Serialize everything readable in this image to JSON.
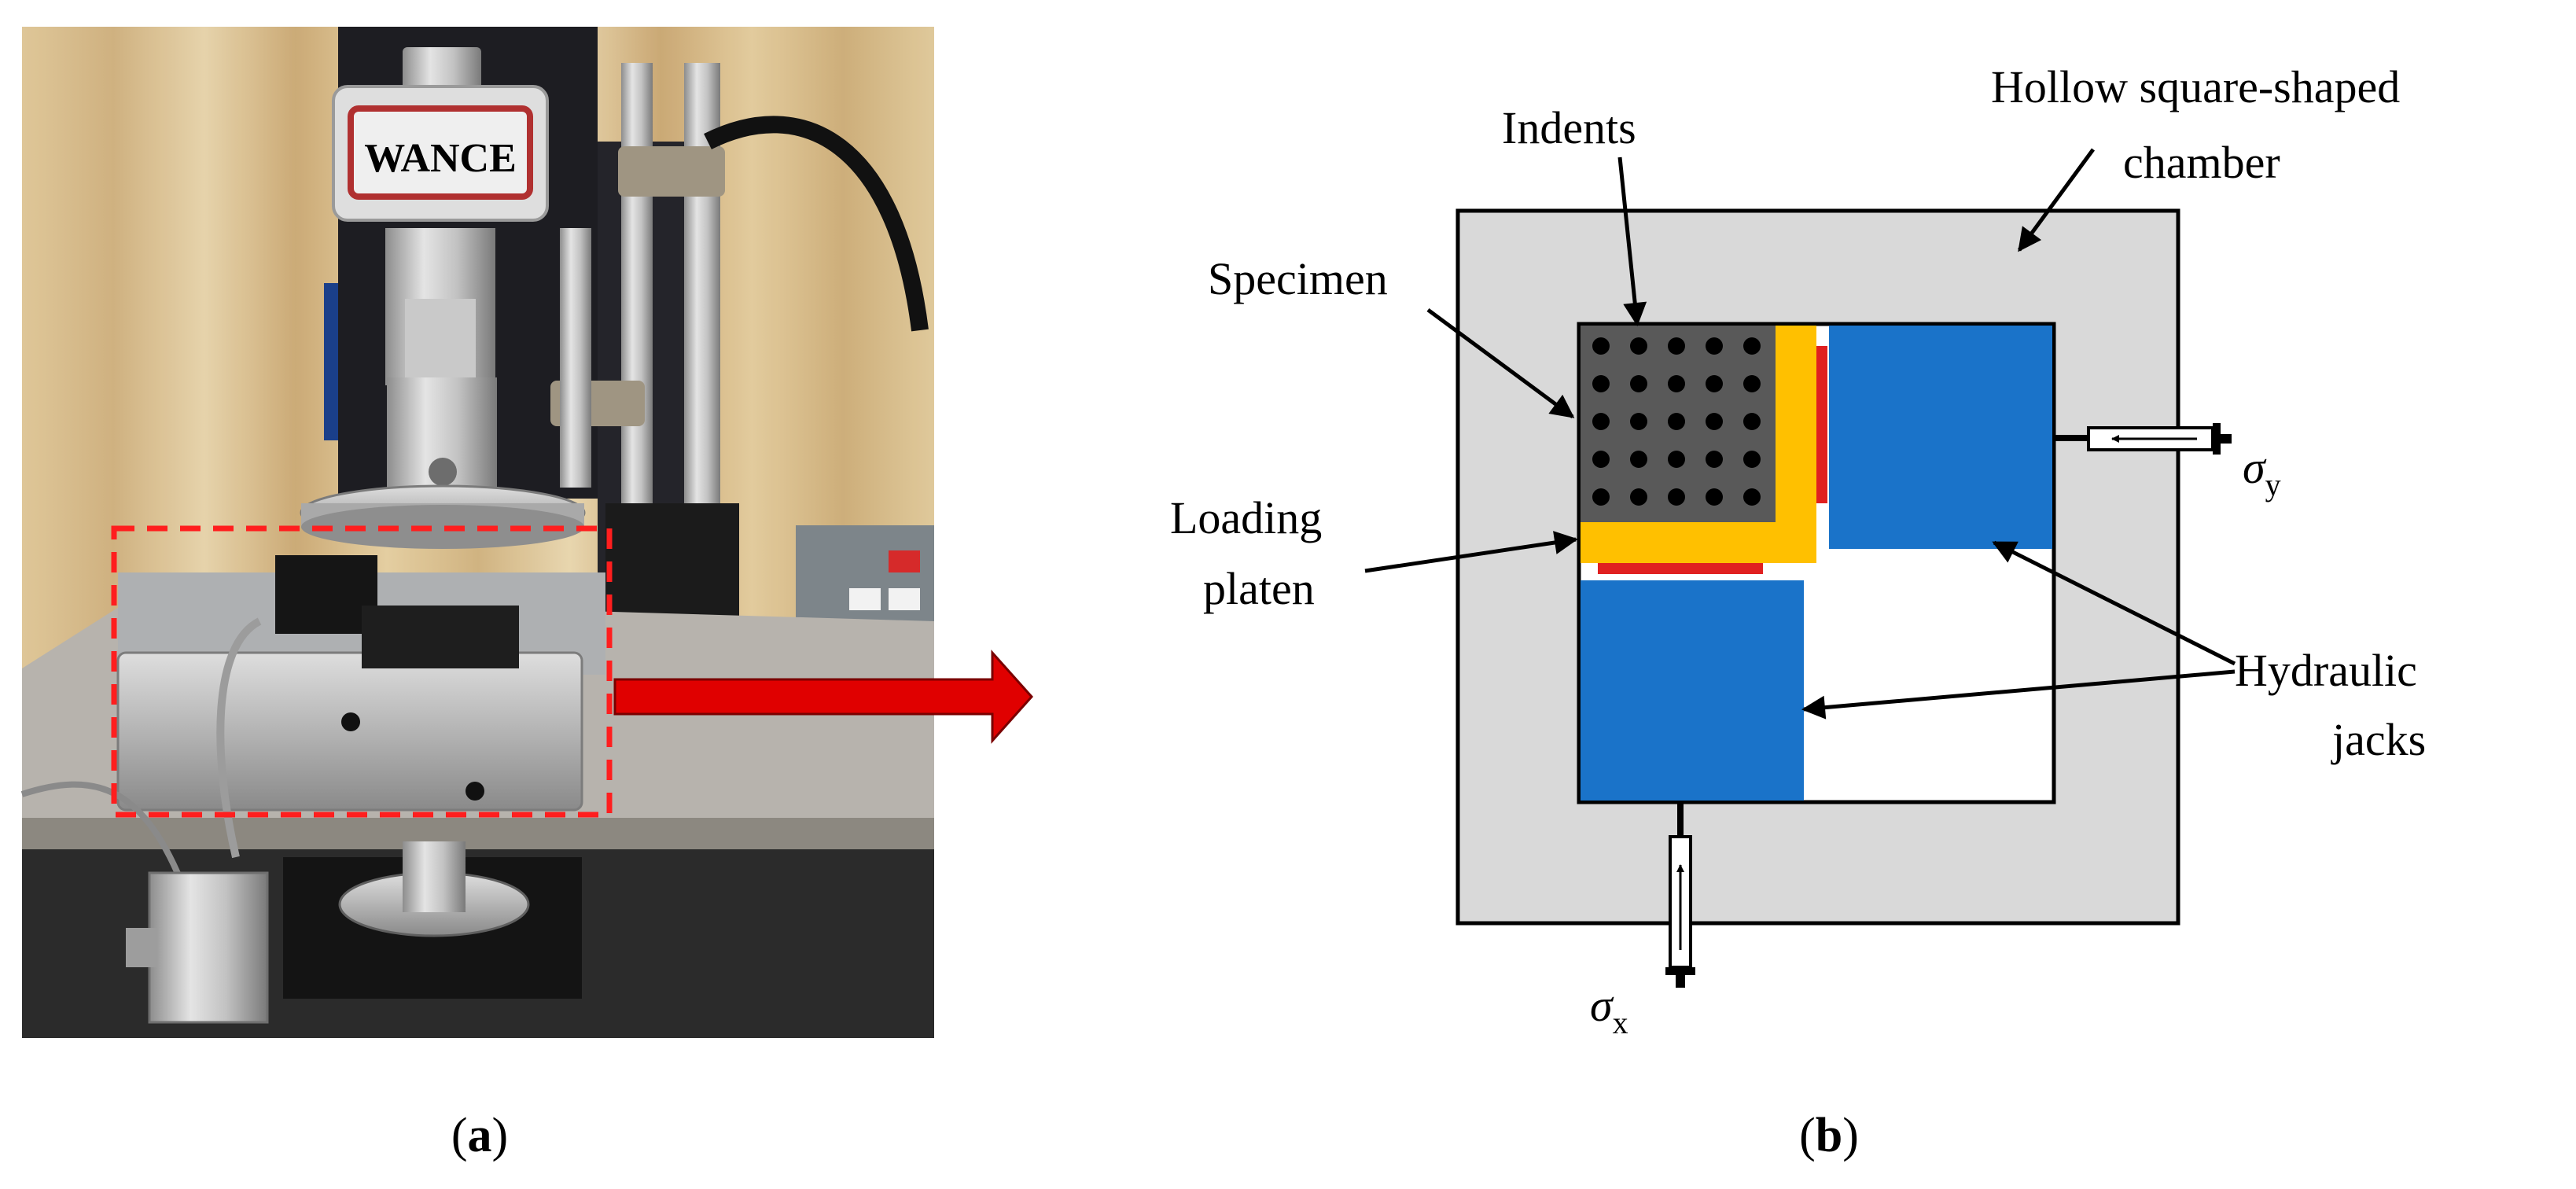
{
  "panel_a": {
    "caption_letter": "a",
    "machine_brand": "WANCE"
  },
  "panel_b": {
    "caption_letter": "b",
    "labels": {
      "indents": "Indents",
      "chamber_line1": "Hollow square-shaped",
      "chamber_line2": "chamber",
      "specimen": "Specimen",
      "loading_line1": "Loading",
      "loading_line2": "platen",
      "hydraulic_line1": "Hydraulic",
      "hydraulic_line2": "jacks",
      "sigma": "σ",
      "sigma_y_sub": "y",
      "sigma_x_sub": "x"
    },
    "colors": {
      "chamber": "#d9d9d9",
      "specimen": "#595959",
      "indent_dots": "#000000",
      "loading_platen": "#ffc000",
      "contact_strip": "#e02020",
      "hydraulic_jack": "#1a73c9",
      "arrow_transfer": "#e00000"
    }
  }
}
